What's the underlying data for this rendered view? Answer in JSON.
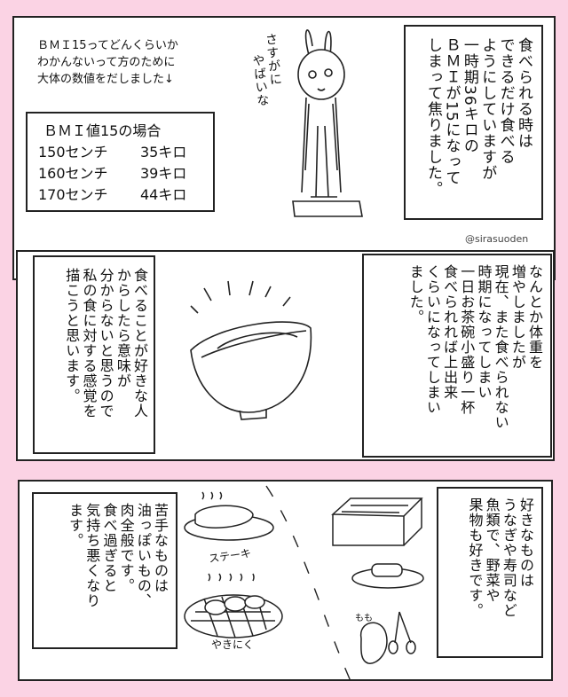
{
  "panel1": {
    "intro_lines": [
      "ＢＭＩ15ってどんくらいか",
      "わかんないって方のために",
      "大体の数値をだしました↓"
    ],
    "table": {
      "title": "ＢＭＩ値15の場合",
      "rows": [
        {
          "height": "150センチ",
          "weight": "35キロ"
        },
        {
          "height": "160センチ",
          "weight": "39キロ"
        },
        {
          "height": "170センチ",
          "weight": "44キロ"
        }
      ]
    },
    "speech_lines": [
      "さすがに",
      "やばいな"
    ],
    "narration_lines": [
      "食べられる時は",
      "できるだけ食べる",
      "ようにしていますが",
      "一時期36キロの",
      "ＢＭＩが15になって",
      "しまって焦りました。"
    ]
  },
  "watermark": "@sirasuoden",
  "panel2": {
    "left_lines": [
      "食べることが好きな人",
      "からしたら意味が",
      "分からないと思うので",
      "私の食に対する感覚を",
      "描こうと思います。"
    ],
    "right_lines": [
      "なんとか体重を",
      "増やしましたが",
      "現在、また食べられない",
      "時期になってしまい",
      "一日お茶碗小盛り一杯",
      "食べられれば上出来",
      "くらいになってしまい",
      "ました。"
    ]
  },
  "panel3": {
    "left_lines": [
      "苦手なものは",
      "油っぽいもの、",
      "肉全般です。",
      "食べ過ぎると",
      "気持ち悪くなり",
      "ます。"
    ],
    "steak_label": "ステーキ",
    "yakiniku_label": "やきにく",
    "peach_label": "もも",
    "right_lines": [
      "好きなものは",
      "うなぎや寿司など",
      "魚類で、野菜や",
      "果物も好きです。"
    ]
  }
}
